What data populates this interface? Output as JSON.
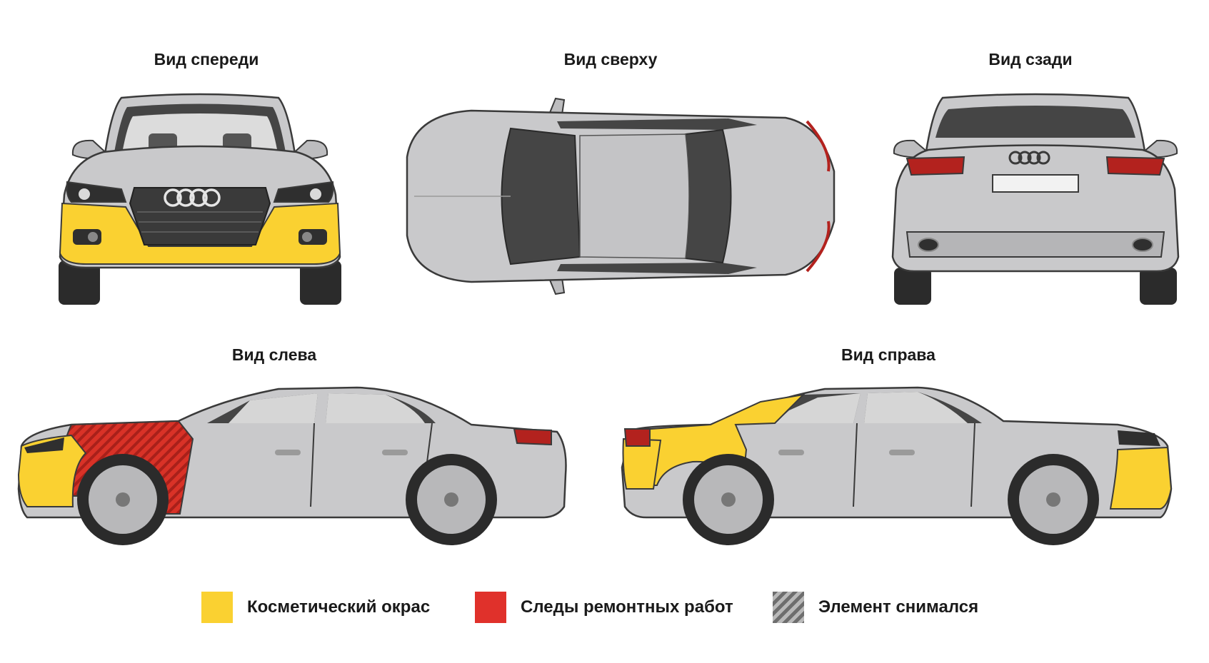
{
  "views": {
    "front": {
      "title": "Вид спереди"
    },
    "top": {
      "title": "Вид сверху"
    },
    "rear": {
      "title": "Вид сзади"
    },
    "left": {
      "title": "Вид слева"
    },
    "right": {
      "title": "Вид справа"
    }
  },
  "legend": [
    {
      "label": "Косметический окрас",
      "pattern": "solid",
      "color": "#FAD131"
    },
    {
      "label": "Следы ремонтных работ",
      "pattern": "solid",
      "color": "#E0312B"
    },
    {
      "label": "Элемент снимался",
      "pattern": "hatched",
      "color": "#8E8E8E"
    }
  ],
  "colors": {
    "body": "#C9C9CB",
    "glass": "#454545",
    "outline": "#3a3a3a",
    "cosmetic_paint": "#FAD131",
    "repair_traces": "#D93227",
    "removed_hatch": "#8E8E8E",
    "tire": "#2b2b2b",
    "rim": "#B8B8BA",
    "taillight": "#B3221E"
  },
  "marked_areas": {
    "front": [
      "front-bumper:cosmetic_paint"
    ],
    "left": [
      "front-bumper:cosmetic_paint",
      "front-fender:repair_traces+removed"
    ],
    "right": [
      "rear-quarter:cosmetic_paint",
      "rear-bumper:cosmetic_paint",
      "front-bumper:cosmetic_paint"
    ]
  }
}
